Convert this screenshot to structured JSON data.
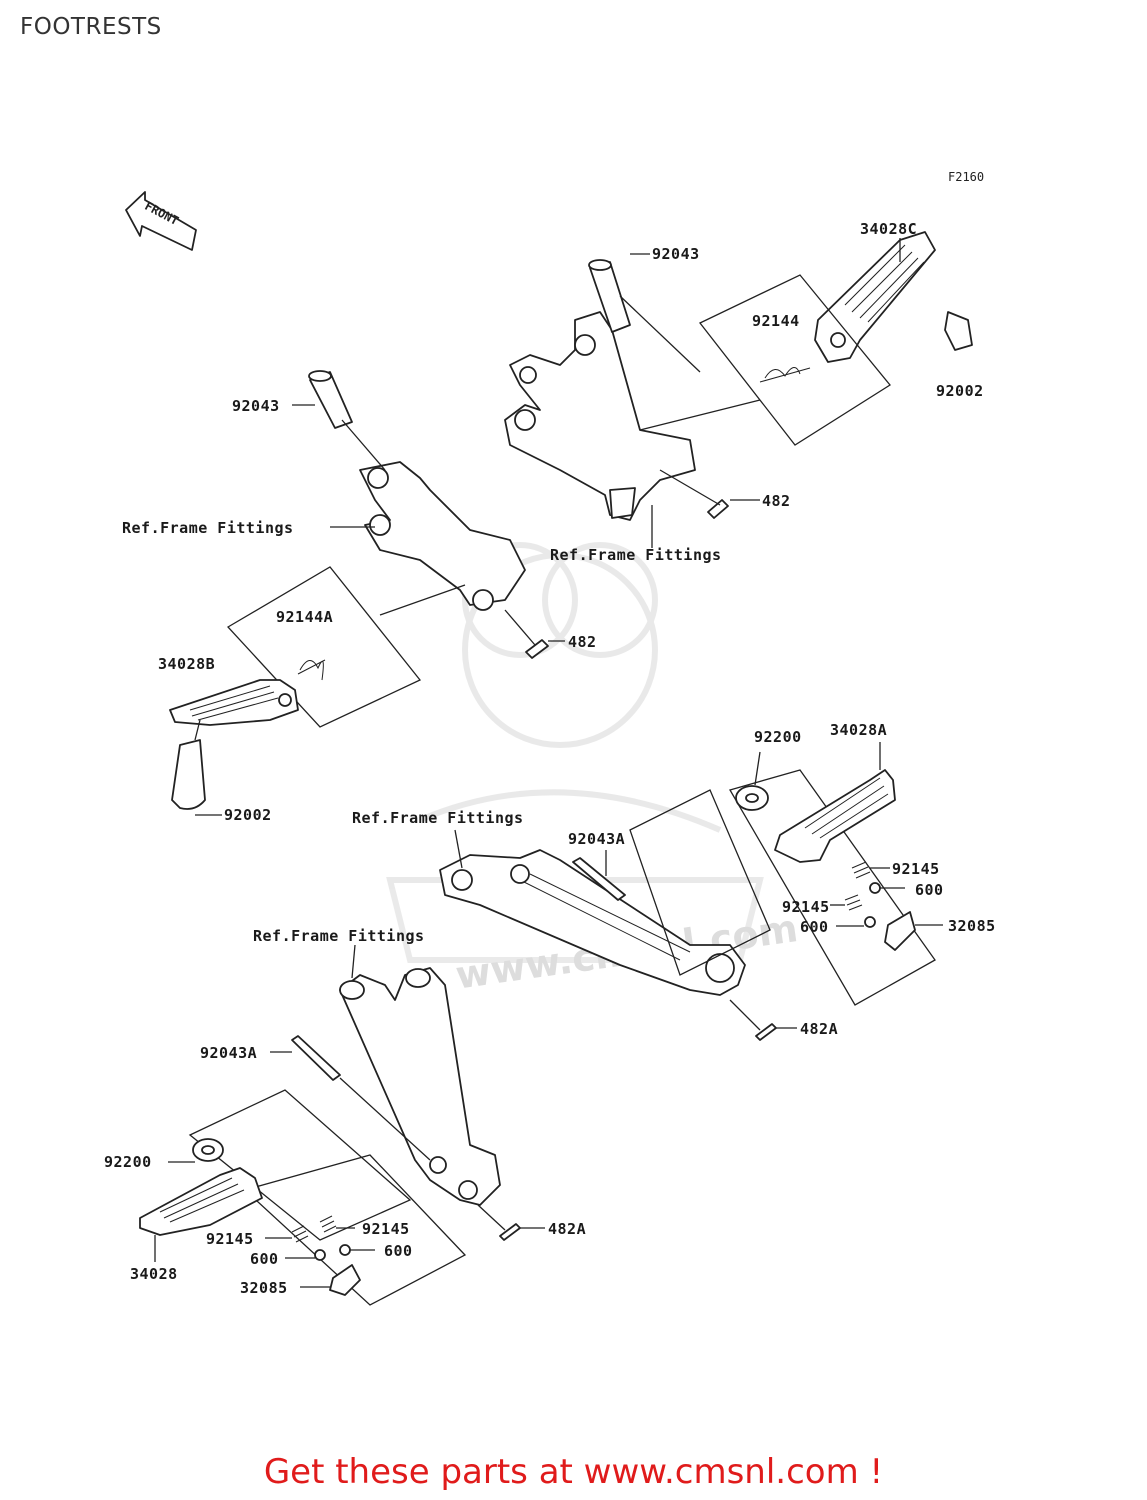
{
  "title": "FOOTRESTS",
  "figure_code": "F2160",
  "front_arrow_label": "FRONT",
  "watermark": "www.cmsnl.com",
  "footer_text": "Get these parts at www.cmsnl.com !",
  "parts": [
    {
      "id": "p-92043-top",
      "label": "92043"
    },
    {
      "id": "p-34028c",
      "label": "34028C"
    },
    {
      "id": "p-92144",
      "label": "92144"
    },
    {
      "id": "p-92002-top",
      "label": "92002"
    },
    {
      "id": "p-482-top",
      "label": "482"
    },
    {
      "id": "p-ref-frame-1",
      "label": "Ref.Frame Fittings"
    },
    {
      "id": "p-92043-left",
      "label": "92043"
    },
    {
      "id": "p-ref-frame-2",
      "label": "Ref.Frame Fittings"
    },
    {
      "id": "p-92144a",
      "label": "92144A"
    },
    {
      "id": "p-34028b",
      "label": "34028B"
    },
    {
      "id": "p-482-mid",
      "label": "482"
    },
    {
      "id": "p-92002-left",
      "label": "92002"
    },
    {
      "id": "p-92200-right",
      "label": "92200"
    },
    {
      "id": "p-34028a",
      "label": "34028A"
    },
    {
      "id": "p-ref-frame-3",
      "label": "Ref.Frame Fittings"
    },
    {
      "id": "p-92043a-mid",
      "label": "92043A"
    },
    {
      "id": "p-92145-r1",
      "label": "92145"
    },
    {
      "id": "p-600-r1",
      "label": "600"
    },
    {
      "id": "p-92145-r2",
      "label": "92145"
    },
    {
      "id": "p-600-r2",
      "label": "600"
    },
    {
      "id": "p-32085-right",
      "label": "32085"
    },
    {
      "id": "p-ref-frame-4",
      "label": "Ref.Frame Fittings"
    },
    {
      "id": "p-482a-mid",
      "label": "482A"
    },
    {
      "id": "p-92043a-low",
      "label": "92043A"
    },
    {
      "id": "p-92200-left",
      "label": "92200"
    },
    {
      "id": "p-92145-l1",
      "label": "92145"
    },
    {
      "id": "p-92145-l2",
      "label": "92145"
    },
    {
      "id": "p-600-l1",
      "label": "600"
    },
    {
      "id": "p-600-l2",
      "label": "600"
    },
    {
      "id": "p-482a-low",
      "label": "482A"
    },
    {
      "id": "p-34028",
      "label": "34028"
    },
    {
      "id": "p-32085-left",
      "label": "32085"
    }
  ]
}
